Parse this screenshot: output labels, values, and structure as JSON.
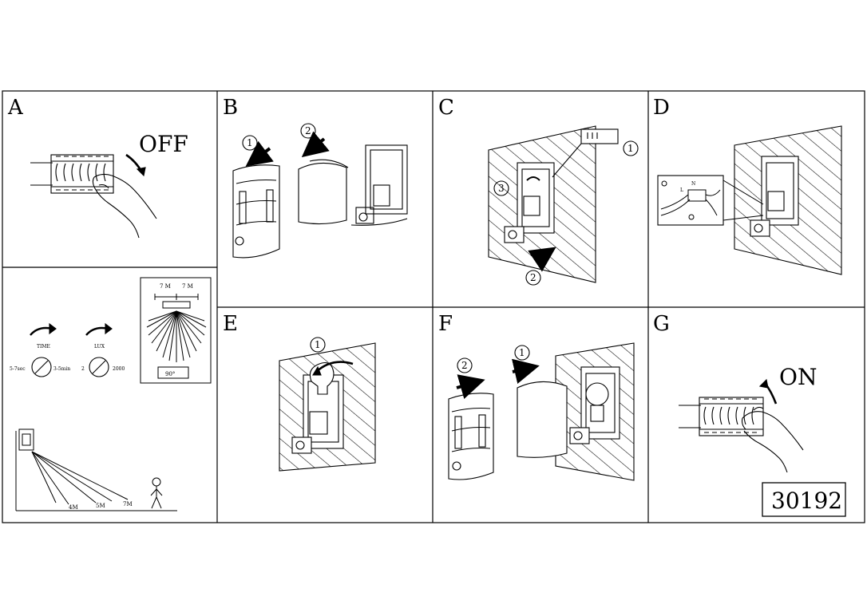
{
  "panels": {
    "a": {
      "letter": "A",
      "switch_label": "OFF"
    },
    "b": {
      "letter": "B",
      "step1": "1",
      "step2": "2"
    },
    "c": {
      "letter": "C",
      "step1": "1",
      "step2": "2",
      "step3": "3"
    },
    "d": {
      "letter": "D",
      "wire_labels": [
        "L",
        "N"
      ]
    },
    "e": {
      "letter": "E",
      "step1": "1"
    },
    "f": {
      "letter": "F",
      "step1": "1",
      "step2": "2"
    },
    "g": {
      "letter": "G",
      "switch_label": "ON",
      "product_code": "30192"
    }
  },
  "settings": {
    "time": {
      "label": "TIME",
      "min": "5-7sec",
      "max": "3-5min"
    },
    "lux": {
      "label": "LUX",
      "min": "2",
      "max": "2000"
    }
  },
  "detection": {
    "top_width_left": "7 M",
    "top_width_right": "7 M",
    "angle": "90°",
    "ranges": [
      "4M",
      "5M",
      "7M"
    ]
  }
}
